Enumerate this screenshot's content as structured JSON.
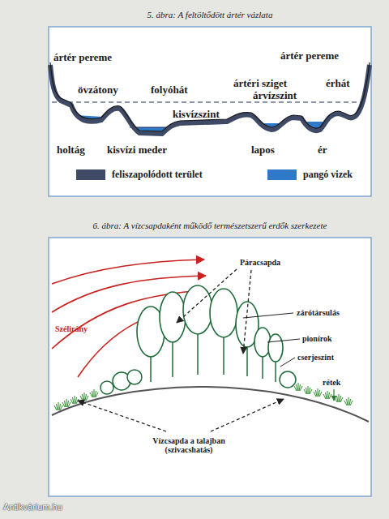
{
  "diagram": {
    "labels": [
      "5. ábra: A feltöltődött ártér vázlata",
      "ártér pereme",
      "ártér pereme",
      "övzátony",
      "folyóhát",
      "ártéri sziget",
      "érhát",
      "árvízszint",
      "kisvízszint",
      "holtág",
      "kisvízi meder",
      "lapos",
      "ér",
      "6. ábra: A vízcsapdaként működő természetszerű erdők szerkezete",
      "Páracsapda",
      "Szélirány",
      "zárótársulás",
      "pionírok",
      "cserjeszint",
      "rétek",
      "Vízcsapda a talajban (szivacshatás)",
      "Antikvárium.hu"
    ],
    "legend": [
      {
        "text": "feliszapolódott terület",
        "color": "#3f4a66"
      },
      {
        "text": "pangó vizek",
        "color": "#2f79c9"
      }
    ]
  }
}
